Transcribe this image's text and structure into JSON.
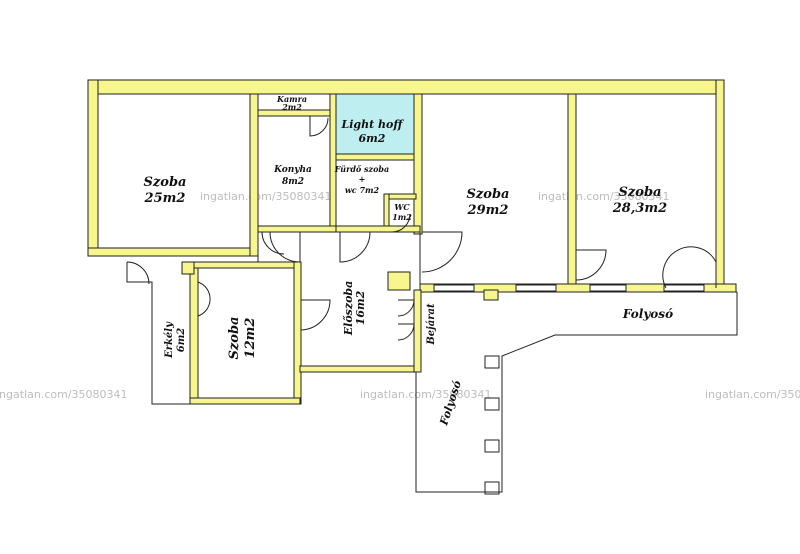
{
  "colors": {
    "wall": "#f7f58e",
    "lighthoff": "#bfeef0",
    "watermark": "#bdbdbd",
    "ink": "#222222"
  },
  "watermark": "ingatlan.com/35080341",
  "rooms": {
    "szoba1": {
      "name": "Szoba",
      "area": "25m2"
    },
    "kamra": {
      "name": "Kamra",
      "area": "2m2"
    },
    "lighthoff": {
      "name": "Light hoff",
      "area": "6m2"
    },
    "konyha": {
      "name": "Konyha",
      "area": "8m2"
    },
    "furdo": {
      "name": "Fürdő szoba",
      "plus": "+",
      "wc": "wc  7m2"
    },
    "wc": {
      "name": "WC",
      "area": "1m2"
    },
    "szoba2": {
      "name": "Szoba",
      "area": "29m2"
    },
    "szoba3": {
      "name": "Szoba",
      "area": "28,3m2"
    },
    "erkely": {
      "name": "Erkély",
      "area": "6m2"
    },
    "szoba4": {
      "name": "Szoba",
      "area": "12m2"
    },
    "eloszoba": {
      "name": "Előszoba",
      "area": "16m2"
    },
    "bejarat": {
      "name": "Bejárat"
    },
    "folyoso1": {
      "name": "Folyosó"
    },
    "folyoso2": {
      "name": "Folyosó"
    }
  }
}
